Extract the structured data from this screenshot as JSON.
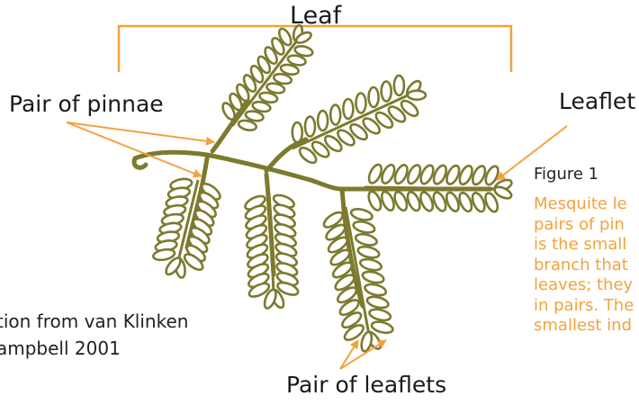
{
  "labels": {
    "leaf": "Leaf",
    "pair_of_pinnae": "Pair of pinnae",
    "leaflet": "Leaflet",
    "pair_of_leaflets": "Pair of leaflets"
  },
  "credit": {
    "line1": "tion from van Klinken",
    "line2": "ampbell  2001"
  },
  "figure": {
    "title": "Figure 1",
    "caption_lines": [
      "Mesquite le",
      "pairs of pin",
      "is the small",
      "branch that",
      "leaves; they",
      "in pairs. The",
      "smallest ind"
    ]
  },
  "colors": {
    "annotation": "#f3a23c",
    "plant": "#7c7a2e",
    "plant_fill": "#ffffff",
    "text": "#1a1a1a"
  }
}
